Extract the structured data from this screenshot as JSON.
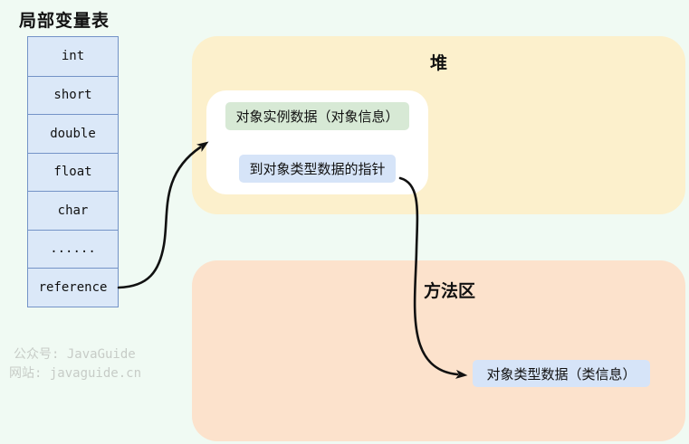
{
  "title": "局部变量表",
  "stack_table": {
    "rows": [
      "int",
      "short",
      "double",
      "float",
      "char",
      "......",
      "reference"
    ]
  },
  "heap": {
    "label": "堆",
    "object_instance_data": "对象实例数据（对象信息）",
    "pointer_to_class_data": "到对象类型数据的指针"
  },
  "method_area": {
    "label": "方法区",
    "class_data": "对象类型数据（类信息）"
  },
  "watermark": {
    "line1": "公众号: JavaGuide",
    "line2": "网站: javaguide.cn"
  },
  "colors": {
    "background": "#f0faf3",
    "heap_fill": "#fcf0cc",
    "method_area_fill": "#fce2cc",
    "stack_cell_fill": "#dbe8f8",
    "stack_cell_border": "#7493c7",
    "instance_data_chip": "#d7e9d5",
    "pointer_chip": "#d6e4f8",
    "arrow": "#111111",
    "watermark_text": "#c7ccc7"
  }
}
